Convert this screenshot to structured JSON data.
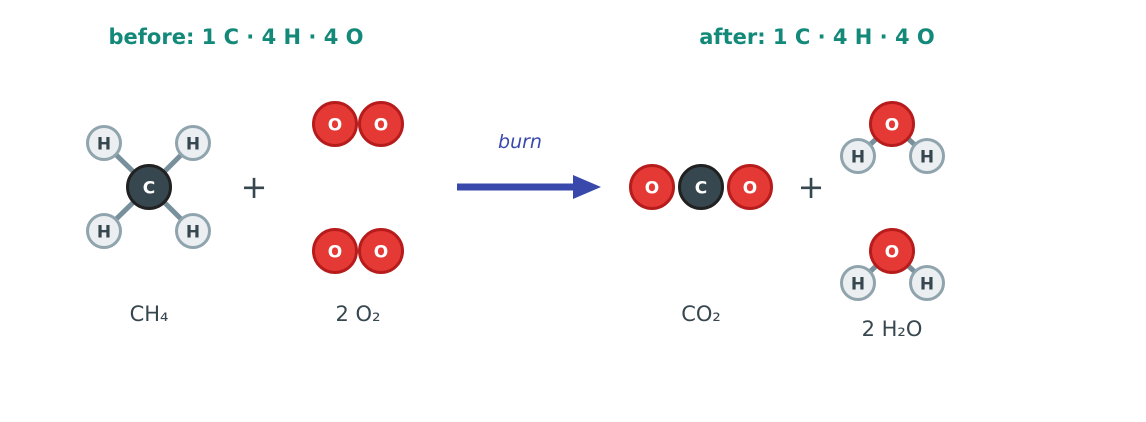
{
  "header": {
    "before": "before: 1 C · 4 H · 4 O",
    "after": "after: 1 C · 4 H · 4 O"
  },
  "reaction": {
    "arrow_label": "burn",
    "plus": "+"
  },
  "atoms": {
    "carbon": "C",
    "hydrogen": "H",
    "oxygen": "O"
  },
  "molecules": {
    "methane": "CH₄",
    "oxygen": "2 O₂",
    "carbon_dioxide": "CO₂",
    "water": "2 H₂O"
  },
  "colors": {
    "title": "#13897a",
    "oxygen": "#e53935",
    "carbon": "#37474f",
    "hydrogen": "#eceff1",
    "arrow": "#3949ab"
  }
}
